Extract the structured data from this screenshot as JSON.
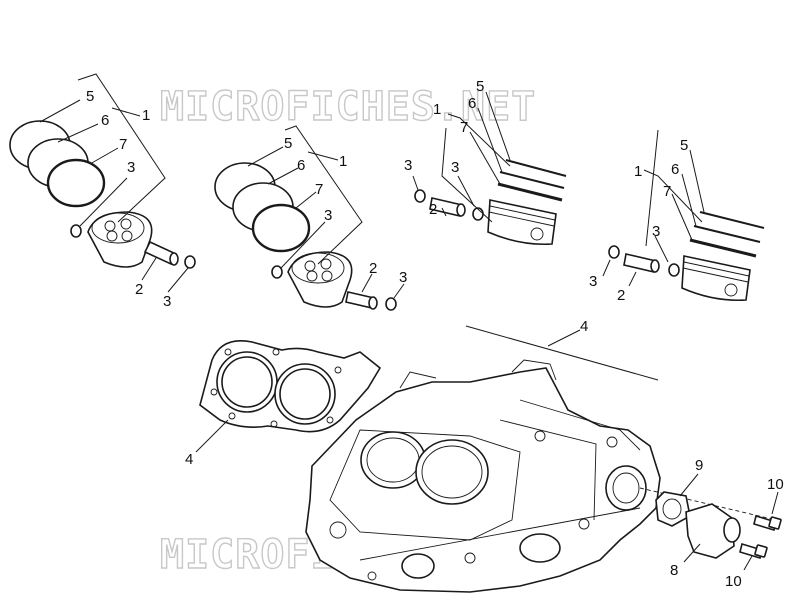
{
  "watermark": "MICROFICHES.NET",
  "callouts": {
    "group_a": {
      "n1": "1",
      "n2": "2",
      "n3a": "3",
      "n3b": "3",
      "n5": "5",
      "n6": "6",
      "n7": "7"
    },
    "group_b": {
      "n1": "1",
      "n2": "2",
      "n3a": "3",
      "n3b": "3",
      "n5": "5",
      "n6": "6",
      "n7": "7"
    },
    "group_c": {
      "n1": "1",
      "n2": "2",
      "n3a": "3",
      "n3b": "3",
      "n5": "5",
      "n6": "6",
      "n7": "7"
    },
    "group_d": {
      "n1": "1",
      "n2": "2",
      "n3a": "3",
      "n3b": "3",
      "n5": "5",
      "n6": "6",
      "n7": "7"
    },
    "crankcase": "4",
    "head_gasket": "4",
    "gasket": "9",
    "cover": "8",
    "bolt_top": "10",
    "bolt_bottom": "10"
  }
}
